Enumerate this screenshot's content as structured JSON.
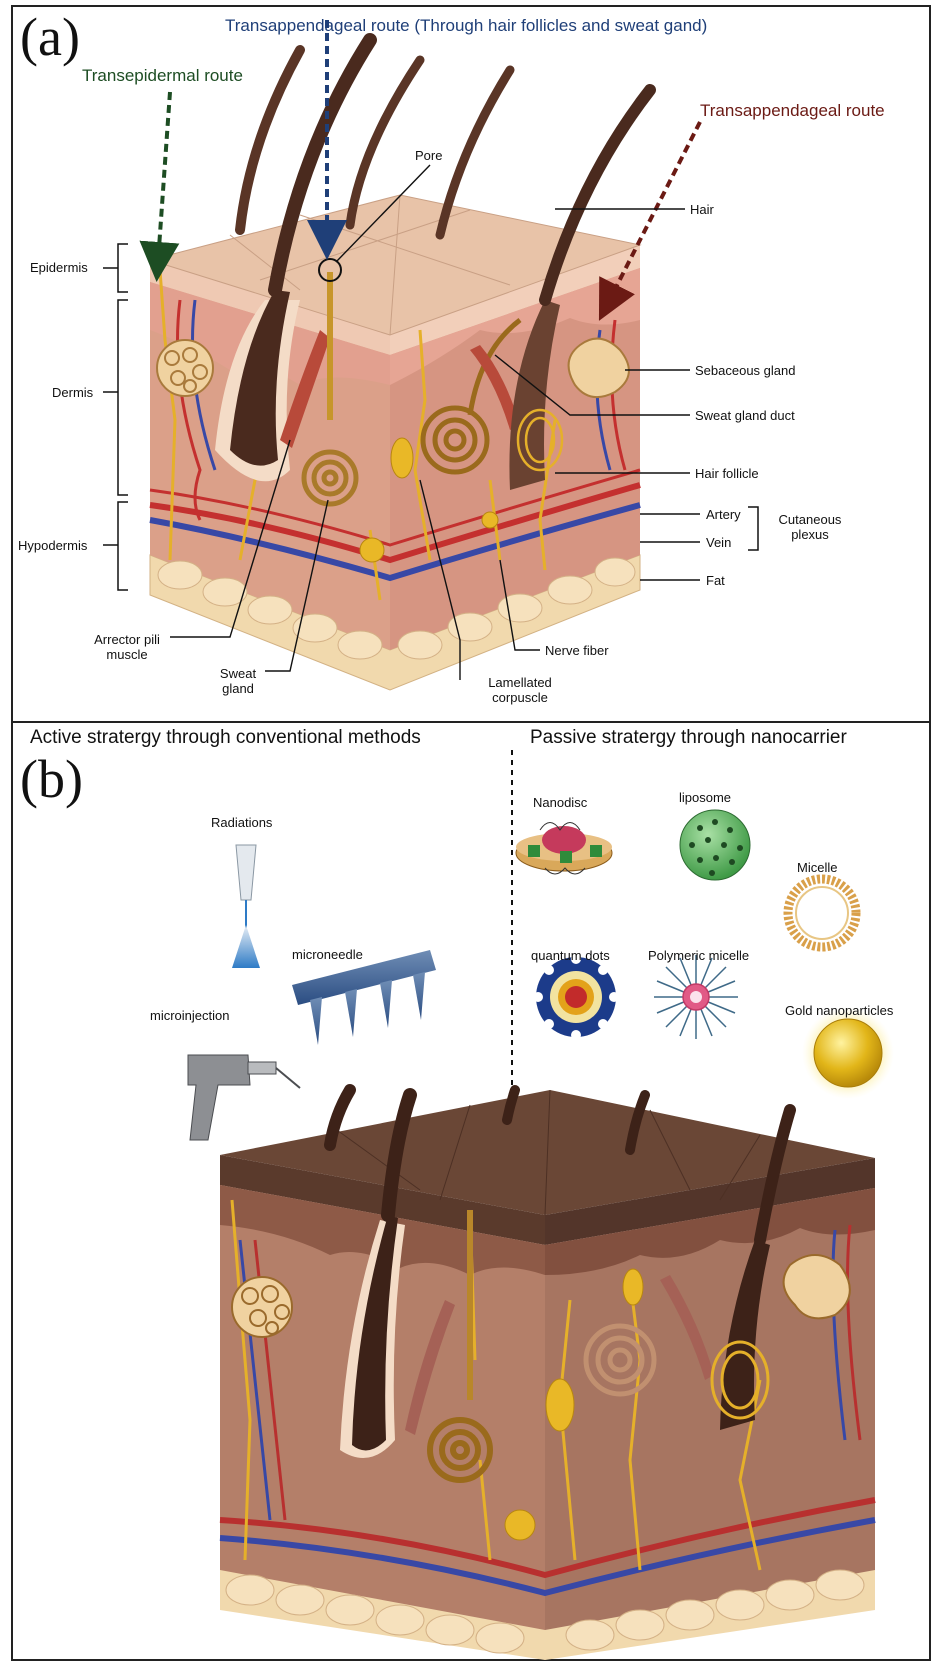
{
  "panel_a": {
    "letter": "(a)",
    "routes": {
      "transappendageal_full": "Transappendageal route (Through hair follicles and sweat gand)",
      "transepidermal": "Transepidermal route",
      "transappendageal": "Transappendageal route"
    },
    "layer_labels": {
      "epidermis": "Epidermis",
      "dermis": "Dermis",
      "hypodermis": "Hypodermis"
    },
    "structure_labels": {
      "pore": "Pore",
      "hair": "Hair",
      "sebaceous_gland": "Sebaceous gland",
      "sweat_gland_duct": "Sweat gland duct",
      "hair_follicle": "Hair follicle",
      "artery": "Artery",
      "vein": "Vein",
      "cutaneous_plexus": "Cutaneous plexus",
      "fat": "Fat",
      "arrector_pili": "Arrector pili muscle",
      "sweat_gland": "Sweat gland",
      "lamellated_corpuscle": "Lamellated corpuscle",
      "nerve_fiber": "Nerve fiber"
    }
  },
  "panel_b": {
    "letter": "(b)",
    "active_heading": "Active stratergy through conventional methods",
    "passive_heading": "Passive stratergy through nanocarrier",
    "active_items": {
      "radiations": "Radiations",
      "microneedle": "microneedle",
      "microinjection": "microinjection"
    },
    "passive_items": {
      "nanodisc": "Nanodisc",
      "liposome": "liposome",
      "micelle": "Micelle",
      "quantum_dots": "quantum dots",
      "polymeric_micelle": "Polymeric micelle",
      "gold_nanoparticles": "Gold nanoparticles"
    }
  },
  "colors": {
    "skin_top": "#e8c3a8",
    "dermis": "#d99a84",
    "epidermis": "#efc9b3",
    "fat": "#f1d9ad",
    "hair": "#4a2a1e",
    "nerve": "#e5b02a",
    "artery": "#c4302f",
    "vein": "#3848a6",
    "route_blue": "#1f3f78",
    "route_green": "#1d4d23",
    "route_red": "#6b1a14",
    "dark_skin_top": "#6a4736"
  }
}
